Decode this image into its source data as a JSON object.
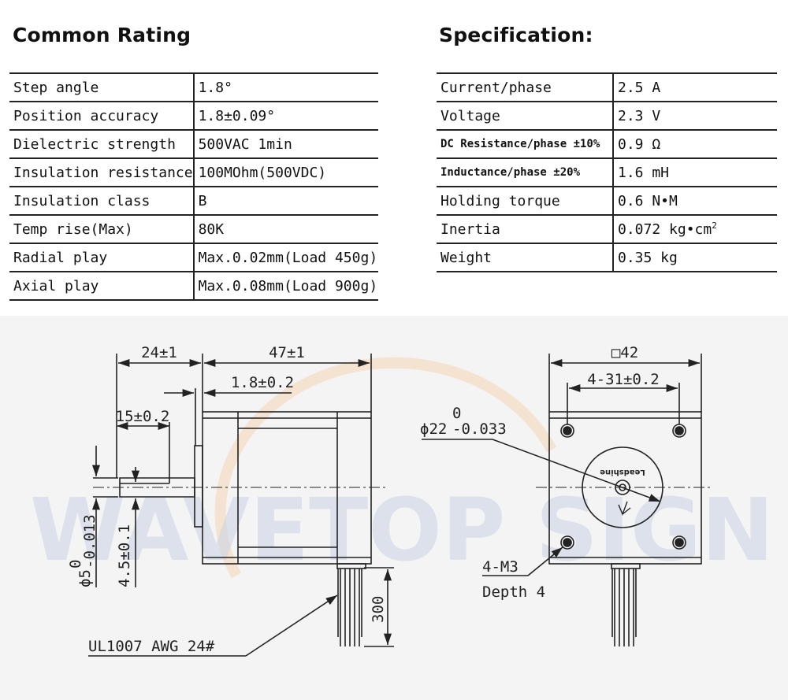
{
  "common_rating": {
    "title": "Common Rating",
    "rows": [
      {
        "label": "Step angle",
        "value": "1.8°"
      },
      {
        "label": "Position accuracy",
        "value": "1.8±0.09°"
      },
      {
        "label": "Dielectric strength",
        "value": "500VAC 1min"
      },
      {
        "label": "Insulation resistance",
        "value": "100MOhm(500VDC)"
      },
      {
        "label": "Insulation class",
        "value": "B"
      },
      {
        "label": "Temp rise(Max)",
        "value": "80K"
      },
      {
        "label": "Radial play",
        "value": "Max.0.02mm(Load 450g)"
      },
      {
        "label": "Axial play",
        "value": "Max.0.08mm(Load 900g)"
      }
    ]
  },
  "specification": {
    "title": "Specification:",
    "rows": [
      {
        "label": "Current/phase",
        "value": "2.5 A"
      },
      {
        "label": "Voltage",
        "value": "2.3 V"
      },
      {
        "label": "DC Resistance/phase ±10%",
        "value": "0.9 Ω"
      },
      {
        "label": "Inductance/phase ±20%",
        "value": "1.6 mH"
      },
      {
        "label": "Holding torque",
        "value": "0.6 N•M"
      },
      {
        "label": "Inertia",
        "value": "0.072 kg•cm",
        "value_sup": "2"
      },
      {
        "label": "Weight",
        "value": "0.35 kg"
      }
    ]
  },
  "drawing": {
    "dim_24": "24±1",
    "dim_47": "47±1",
    "dim_1_8": "1.8±0.2",
    "dim_15": "15±0.2",
    "dim_shaft_dia": "ϕ5",
    "dim_shaft_tol_upper": "0",
    "dim_shaft_tol_lower": "-0.013",
    "dim_4_5": "4.5±0.1",
    "dim_300": "300",
    "wire_label": "UL1007 AWG 24#",
    "dim_square": "□42",
    "dim_hole_spacing": "4-31±0.2",
    "dim_boss_dia": "ϕ22",
    "dim_boss_tol_upper": "0",
    "dim_boss_tol_lower": "-0.033",
    "thread_label": "4-M3",
    "depth_label": "Depth 4",
    "label_brand": "Leadshine",
    "watermark": "WAVETOP SIGN"
  },
  "colors": {
    "line": "#222222",
    "panel_bg": "#f4f4f4",
    "watermark": "#c9d3e6",
    "watermark_arc": "#f3d7b7"
  }
}
